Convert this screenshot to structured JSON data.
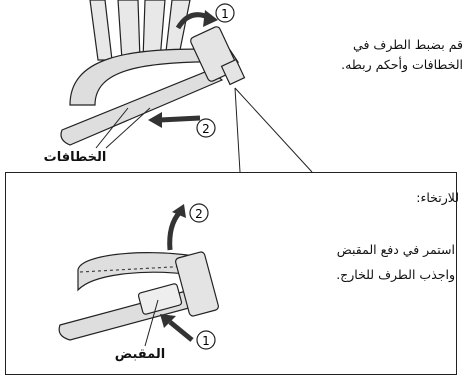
{
  "instruction_top": {
    "line1": "قم بضبط الطرف في",
    "line2": "الخطافات وأحكم ربطه."
  },
  "labels": {
    "hooks": "الخطافات",
    "clamp": "المقبض"
  },
  "release": {
    "title": "للارتخاء:",
    "line1": "استمر في دفع المقبض",
    "line2": "واجذب الطرف للخارج."
  },
  "step_markers": [
    "①",
    "②"
  ],
  "colors": {
    "stroke": "#222222",
    "strap": "#dedede",
    "arrow": "#333333"
  }
}
